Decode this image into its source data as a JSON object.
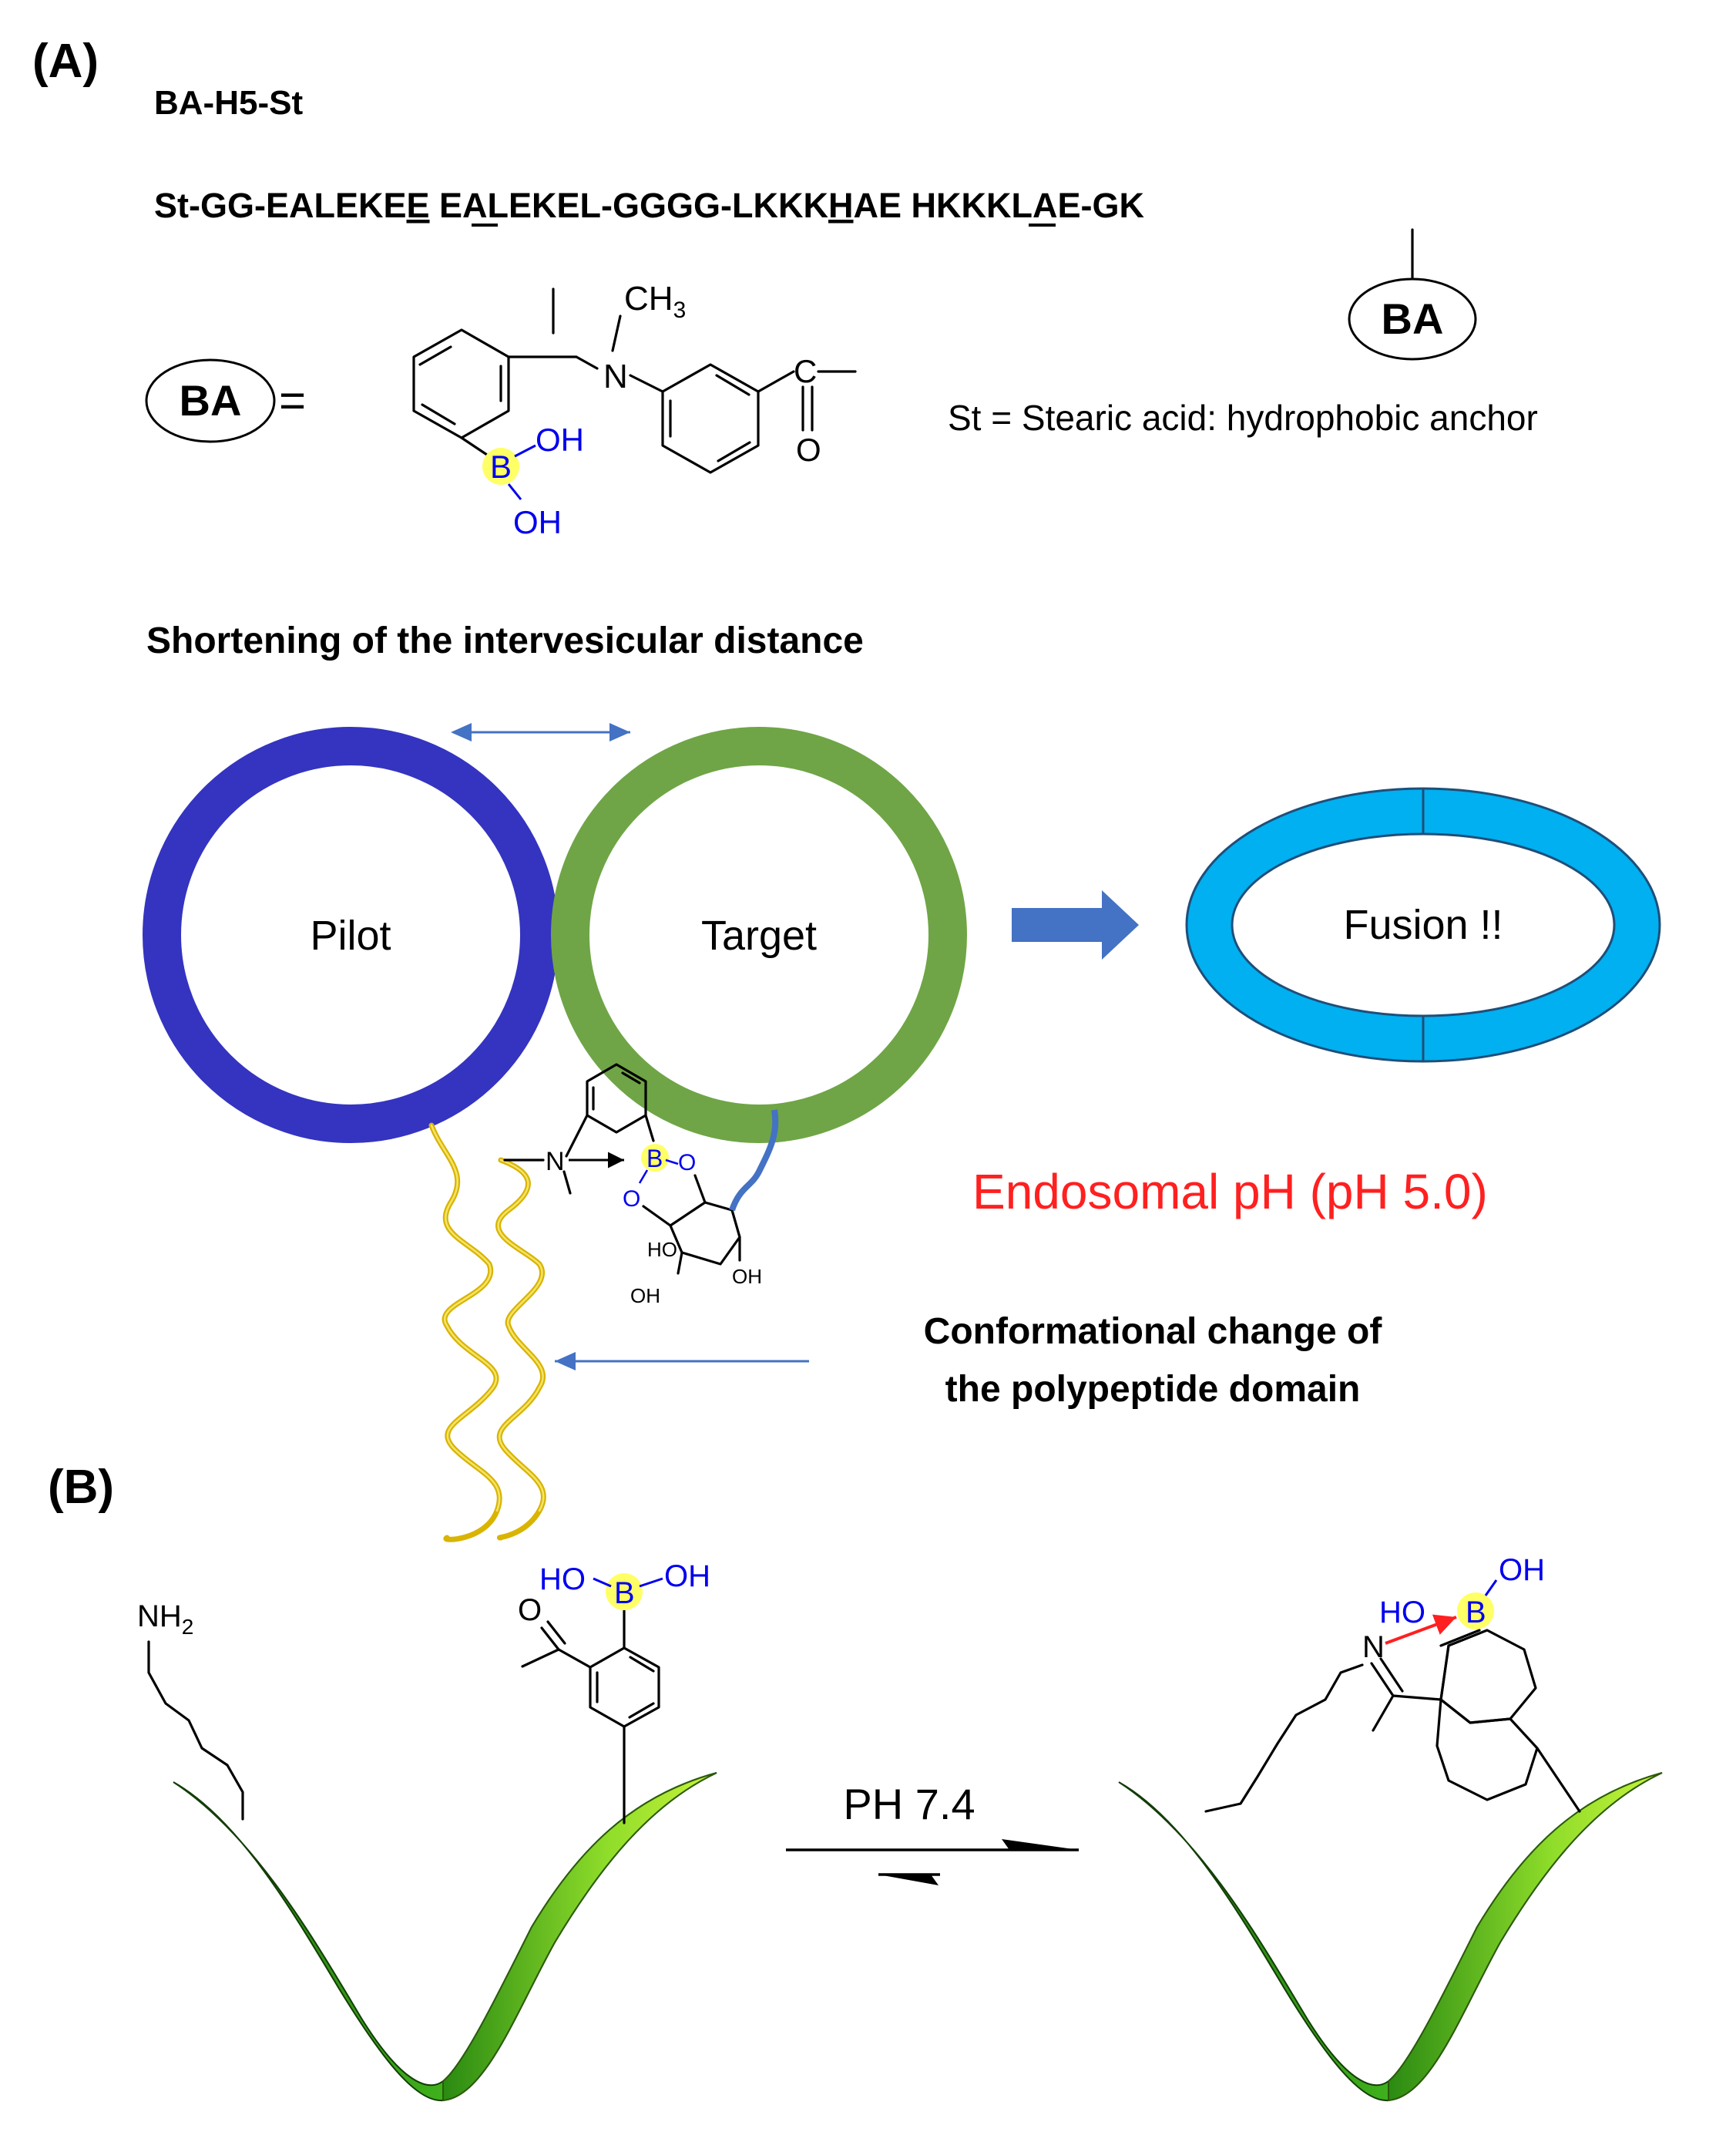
{
  "panel_a": {
    "label": "(A)",
    "compound_name": "BA-H5-St",
    "sequence": {
      "s1": "St-GG-EALEKE",
      "s1_u": "E",
      "s2": " EALEKEL-GGGG-LKKK",
      "s2_u": "H",
      "s3": "AE  HKKKLAE-GK"
    },
    "ba_tag": "BA",
    "ba_equals_tag": "BA",
    "equals": "=",
    "methyl": "CH",
    "methyl_sub": "3",
    "n_atom": "N",
    "c_atom": "C",
    "o_atom": "O",
    "b_atom": "B",
    "oh1": "OH",
    "oh2": "OH",
    "st_def": "St = Stearic acid: hydrophobic anchor",
    "heading_distance": "Shortening of the intervesicular distance",
    "pilot_label": "Pilot",
    "target_label": "Target",
    "fusion_label": "Fusion !!",
    "endosomal_label": "Endosomal pH (pH 5.0)",
    "conf_line1": "Conformational change of",
    "conf_line2": "the polypeptide domain",
    "sugar": {
      "n": "N",
      "b": "B",
      "o1": "O",
      "o2": "O",
      "ho": "HO",
      "oh1": "OH",
      "oh2": "OH"
    }
  },
  "panel_b": {
    "label": "(B)",
    "nh2": "NH",
    "nh2_sub": "2",
    "left_o": "O",
    "left_b": "B",
    "left_ho": "HO",
    "left_oh": "OH",
    "ph_label": "PH 7.4",
    "right_oh": "OH",
    "right_ho": "HO",
    "right_b": "B",
    "right_n": "N"
  },
  "colors": {
    "pilot_ring": "#3434c0",
    "target_ring": "#6fa546",
    "fusion_fill": "#00b0f0",
    "arrow_blue": "#4472c4",
    "endosomal_red": "#ff2020",
    "boron_highlight": "#ffff66",
    "atom_blue": "#0000ee",
    "helix_yellow": "#e6c200",
    "ribbon_green": "#33a01a"
  }
}
